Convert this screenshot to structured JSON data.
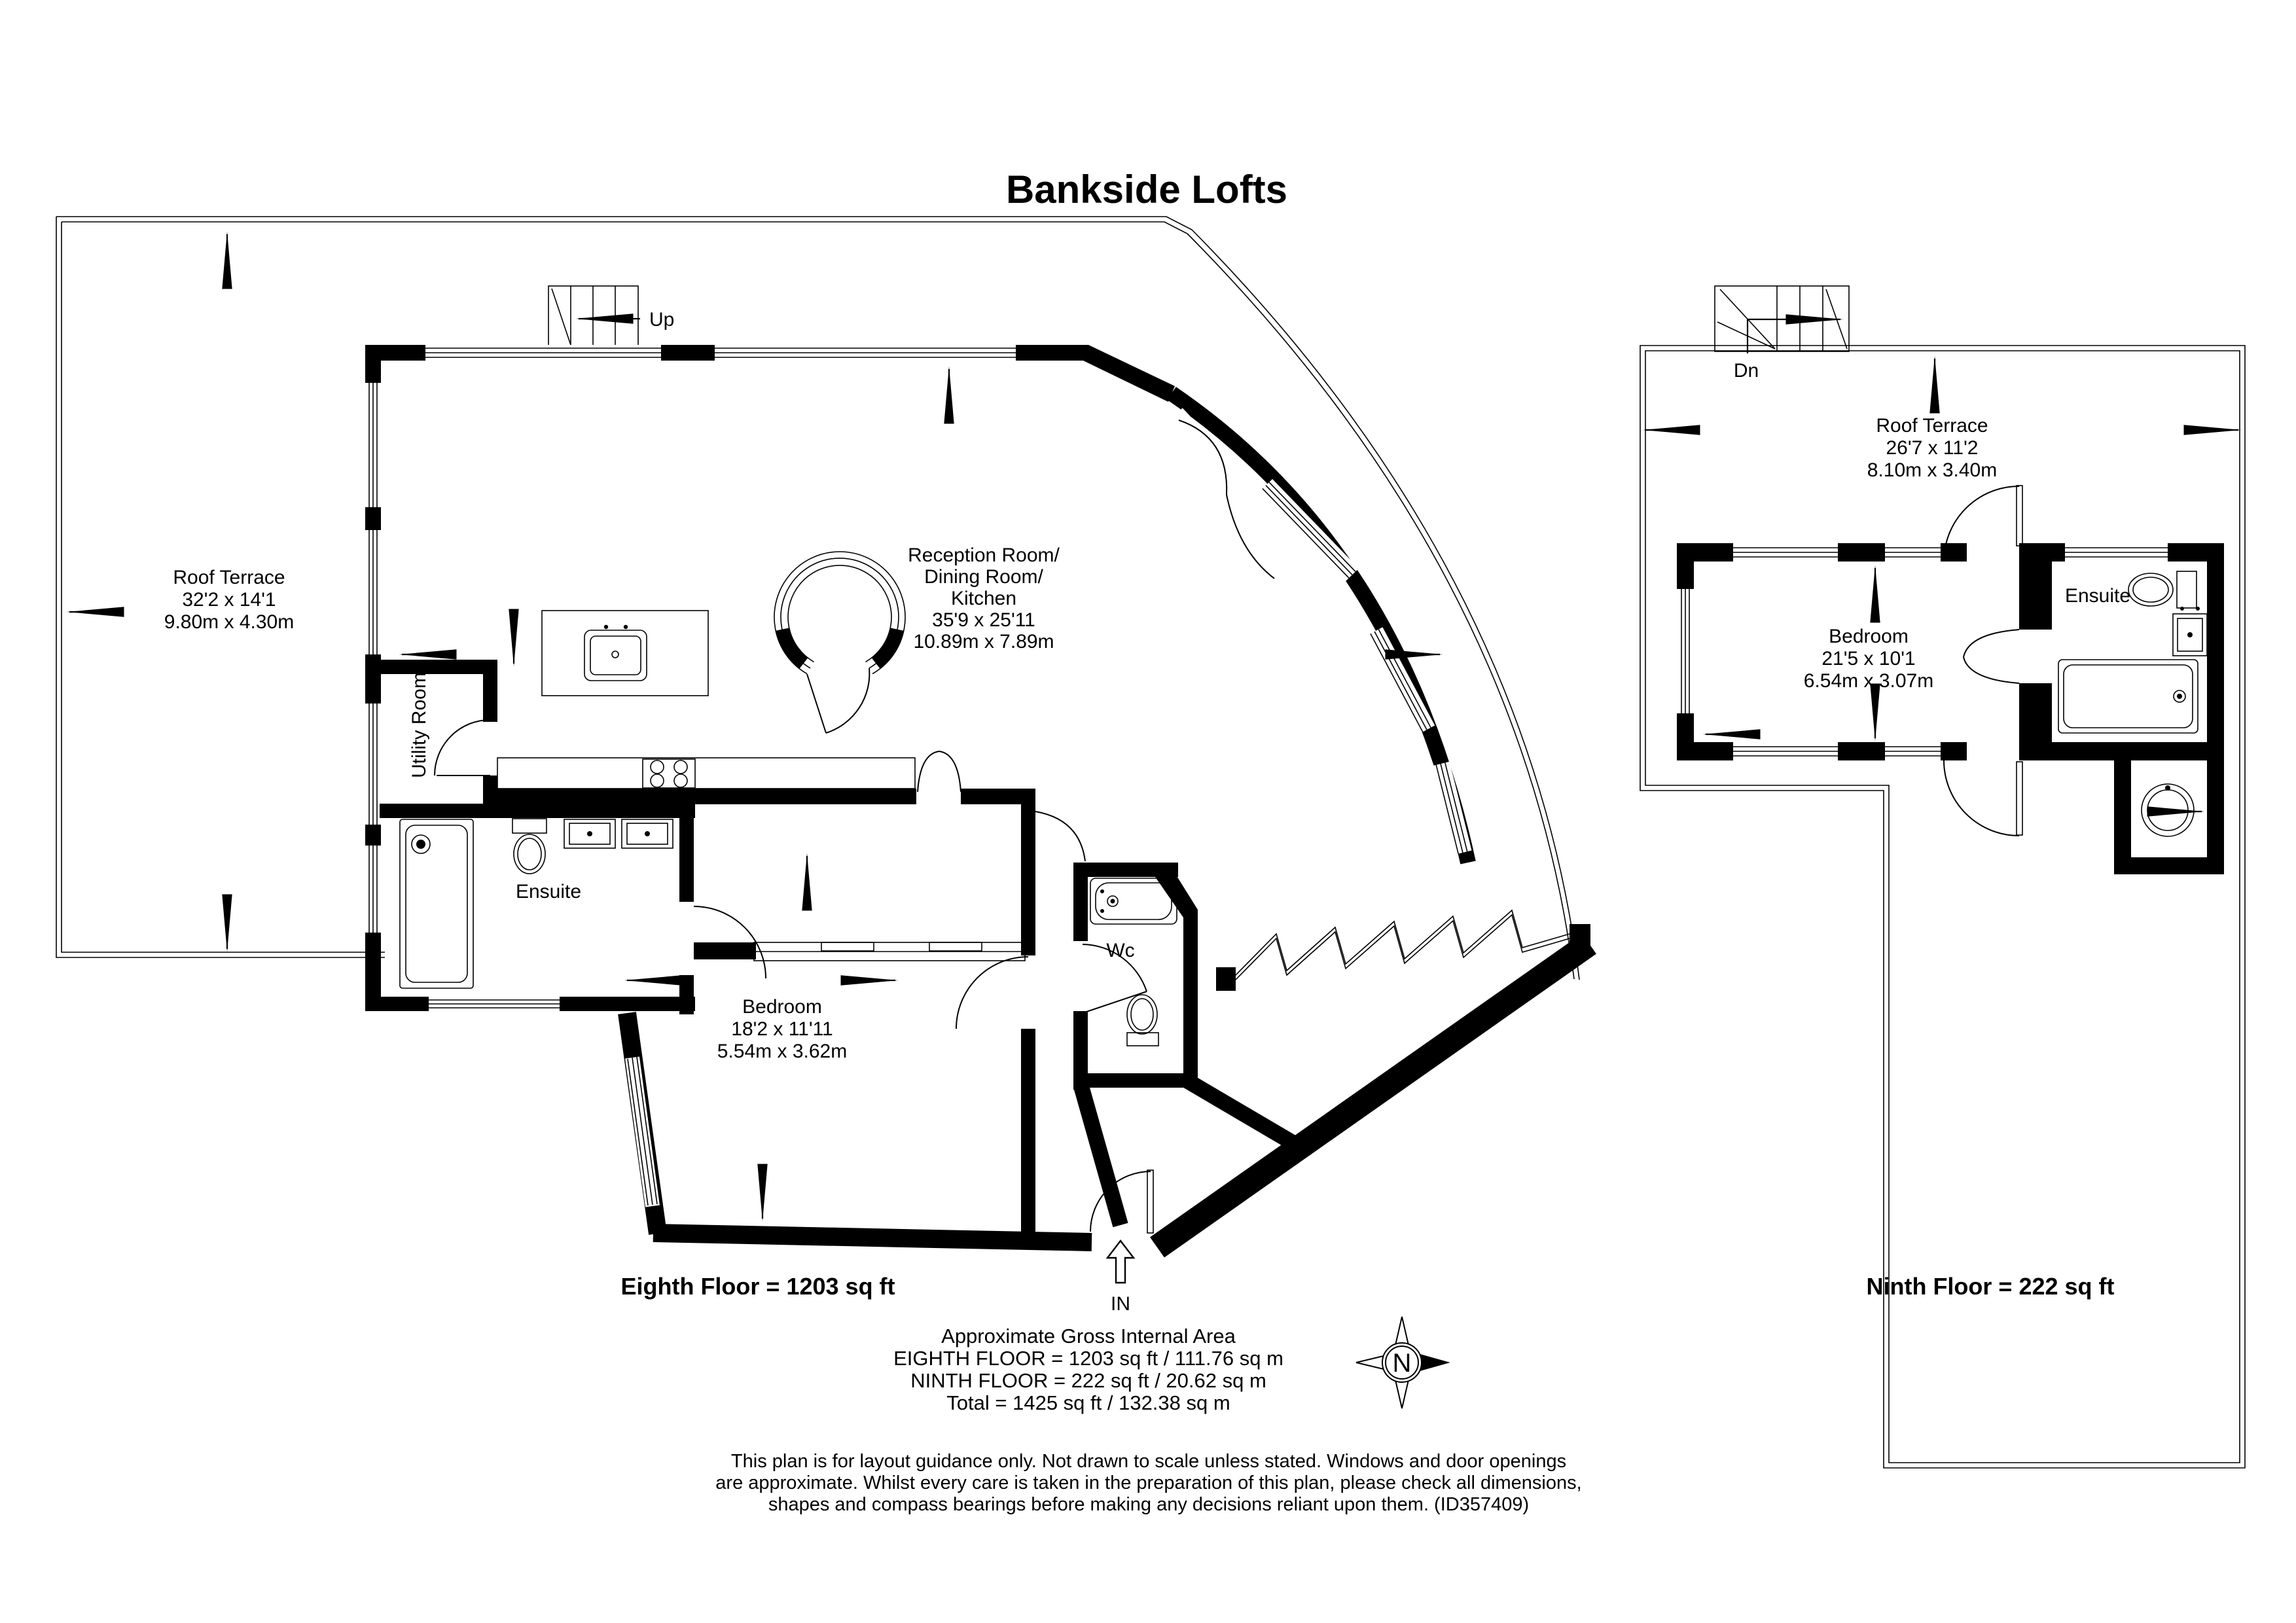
{
  "title": "Bankside Lofts",
  "eighth": {
    "roof_terrace": [
      "Roof Terrace",
      "32'2 x 14'1",
      "9.80m x 4.30m"
    ],
    "reception": [
      "Reception Room/",
      "Dining Room/",
      "Kitchen",
      "35'9 x 25'11",
      "10.89m x 7.89m"
    ],
    "bedroom": [
      "Bedroom",
      "18'2 x 11'11",
      "5.54m x 3.62m"
    ],
    "ensuite": "Ensuite",
    "utility": "Utility Room",
    "wc": "Wc",
    "stairs": "Up",
    "entrance": "IN",
    "footer": "Eighth Floor = 1203 sq ft"
  },
  "ninth": {
    "roof_terrace": [
      "Roof Terrace",
      "26'7 x 11'2",
      "8.10m x 3.40m"
    ],
    "bedroom": [
      "Bedroom",
      "21'5 x 10'1",
      "6.54m x 3.07m"
    ],
    "ensuite": "Ensuite",
    "stairs": "Dn",
    "footer": "Ninth Floor = 222 sq ft"
  },
  "summary": {
    "title": "Approximate Gross Internal Area",
    "lines": [
      "EIGHTH FLOOR = 1203 sq ft / 111.76 sq m",
      "NINTH FLOOR = 222 sq ft / 20.62 sq m",
      "Total = 1425 sq ft / 132.38 sq m"
    ]
  },
  "disclaimer": [
    "This plan is for layout guidance only. Not drawn to scale unless stated. Windows and door openings",
    "are approximate. Whilst every care is taken in the preparation of this plan, please check all dimensions,",
    "shapes and compass bearings before making any decisions reliant upon them. (ID357409)"
  ],
  "compass": {
    "north": "N"
  },
  "colors": {
    "ink": "#000000",
    "paper": "#ffffff"
  }
}
